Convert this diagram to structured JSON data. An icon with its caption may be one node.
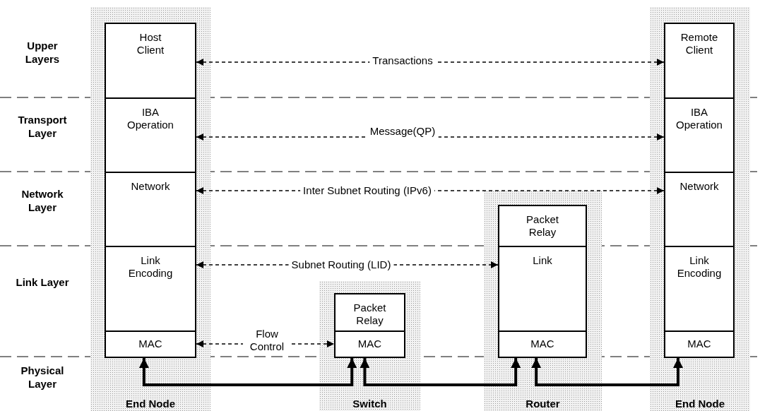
{
  "diagram": {
    "nodes": [
      {
        "text": [
          "End Node"
        ]
      },
      {
        "text": [
          "Host Client"
        ],
        "in": 0
      },
      {
        "text": [
          "IBA Operation"
        ],
        "in": 0
      },
      {
        "text": [
          "Network"
        ],
        "in": 0
      },
      {
        "text": [
          "Link Encoding"
        ],
        "in": 0
      },
      {
        "text": [
          "MAC"
        ],
        "in": 0
      },
      {
        "text": [
          "Switch"
        ]
      },
      {
        "text": [
          "Packet Relay"
        ],
        "in": 6
      },
      {
        "text": [
          "MAC"
        ],
        "in": 6
      },
      {
        "text": [
          "Router"
        ]
      },
      {
        "text": [
          "Packet Relay"
        ],
        "in": 9
      },
      {
        "text": [
          "Link"
        ],
        "in": 9
      },
      {
        "text": [
          "MAC"
        ],
        "in": 9
      },
      {
        "text": [
          "End Node"
        ]
      },
      {
        "text": [
          "Remote Client"
        ],
        "in": 13
      },
      {
        "text": [
          "IBA Operation"
        ],
        "in": 13
      },
      {
        "text": [
          "Network"
        ],
        "in": 13
      },
      {
        "text": [
          "Link Encoding"
        ],
        "in": 13
      },
      {
        "text": [
          "MAC"
        ],
        "in": 13
      }
    ],
    "edges": [
      {
        "from": 1,
        "to": 14,
        "arrow": "both",
        "style": "dashed",
        "label": "Transactions"
      },
      {
        "from": 2,
        "to": 15,
        "arrow": "both",
        "style": "dashed",
        "label": "Message(QP)"
      },
      {
        "from": 3,
        "to": 16,
        "arrow": "both",
        "style": "dashed",
        "label": "Inter Subnet Routing (IPv6)"
      },
      {
        "from": 4,
        "to": 11,
        "arrow": "both",
        "style": "dashed",
        "label": "Subnet Routing (LID)"
      },
      {
        "from": 5,
        "to": 8,
        "arrow": "both",
        "style": "dashed",
        "label": "Flow Control"
      },
      {
        "from": 5,
        "to": 8,
        "arrow": "both",
        "style": "thick"
      },
      {
        "from": 8,
        "to": 12,
        "arrow": "both",
        "style": "thick"
      },
      {
        "from": 12,
        "to": 18,
        "arrow": "both",
        "style": "thick"
      }
    ],
    "labels": [
      "Upper Layers",
      "Transport Layer",
      "Network Layer",
      "Link Layer",
      "Physical Layer"
    ]
  }
}
